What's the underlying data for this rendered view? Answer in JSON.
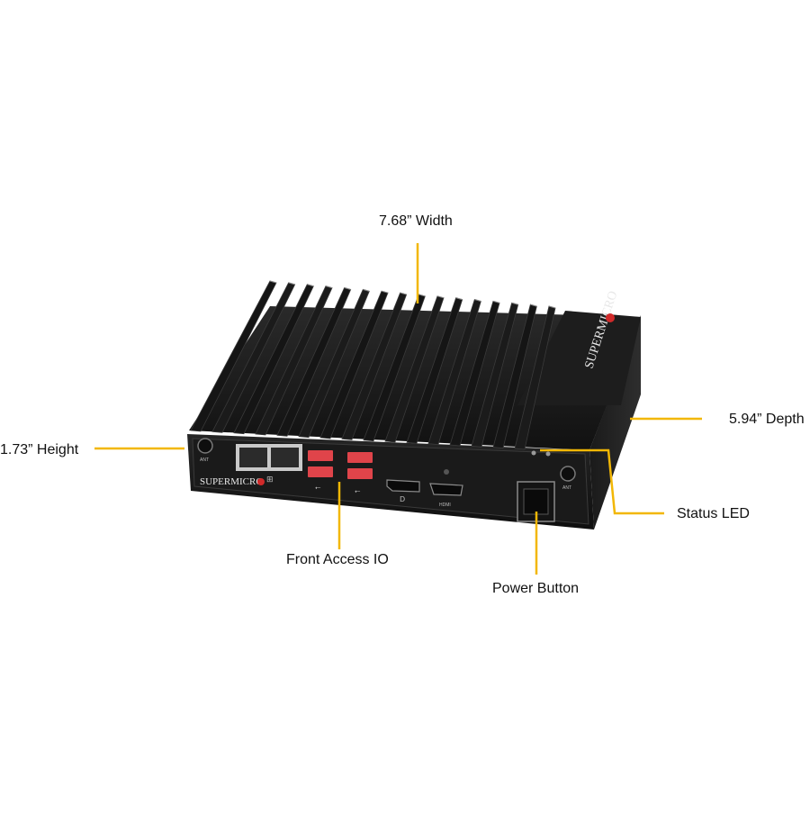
{
  "callouts": {
    "width": "7.68” Width",
    "depth": "5.94” Depth",
    "height": "1.73” Height",
    "status_led": "Status LED",
    "front_io": "Front Access IO",
    "power_button": "Power Button"
  },
  "device": {
    "brand": "SUPERMICRO",
    "port_labels": {
      "antenna": "ANT",
      "hdmi": "HDMI"
    }
  },
  "colors": {
    "callout_line": "#f2b705",
    "chassis": "#1c1c1c",
    "fins": "#141414",
    "usb_port": "#e0444a"
  }
}
